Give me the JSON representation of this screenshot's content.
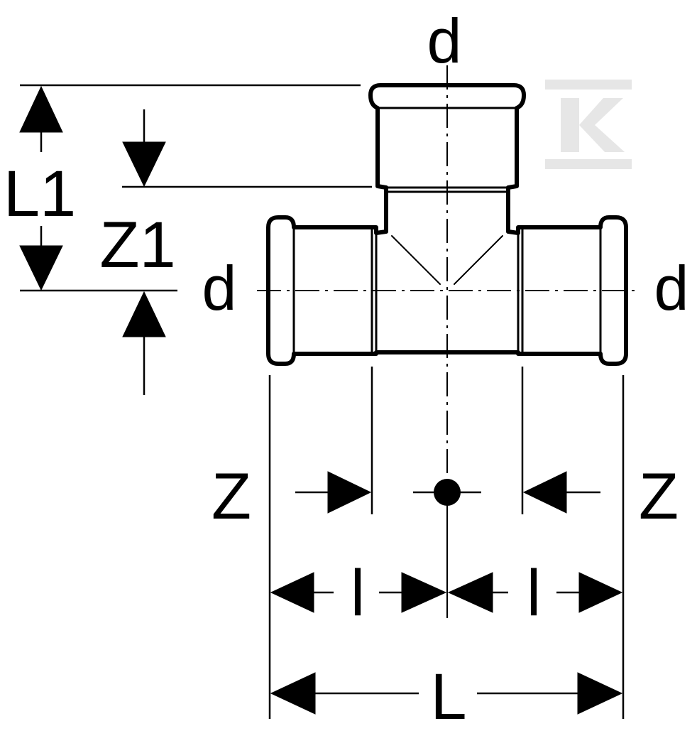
{
  "labels": {
    "top_d": "d",
    "left_d": "d",
    "right_d": "d",
    "L1": "L1",
    "Z1": "Z1",
    "Z_left": "Z",
    "Z_right": "Z",
    "l_left": "l",
    "l_right": "l",
    "L": "L"
  },
  "colors": {
    "ink": "#000000",
    "watermark": "#e6e6e6"
  },
  "watermark_icon": "k-logo-icon"
}
